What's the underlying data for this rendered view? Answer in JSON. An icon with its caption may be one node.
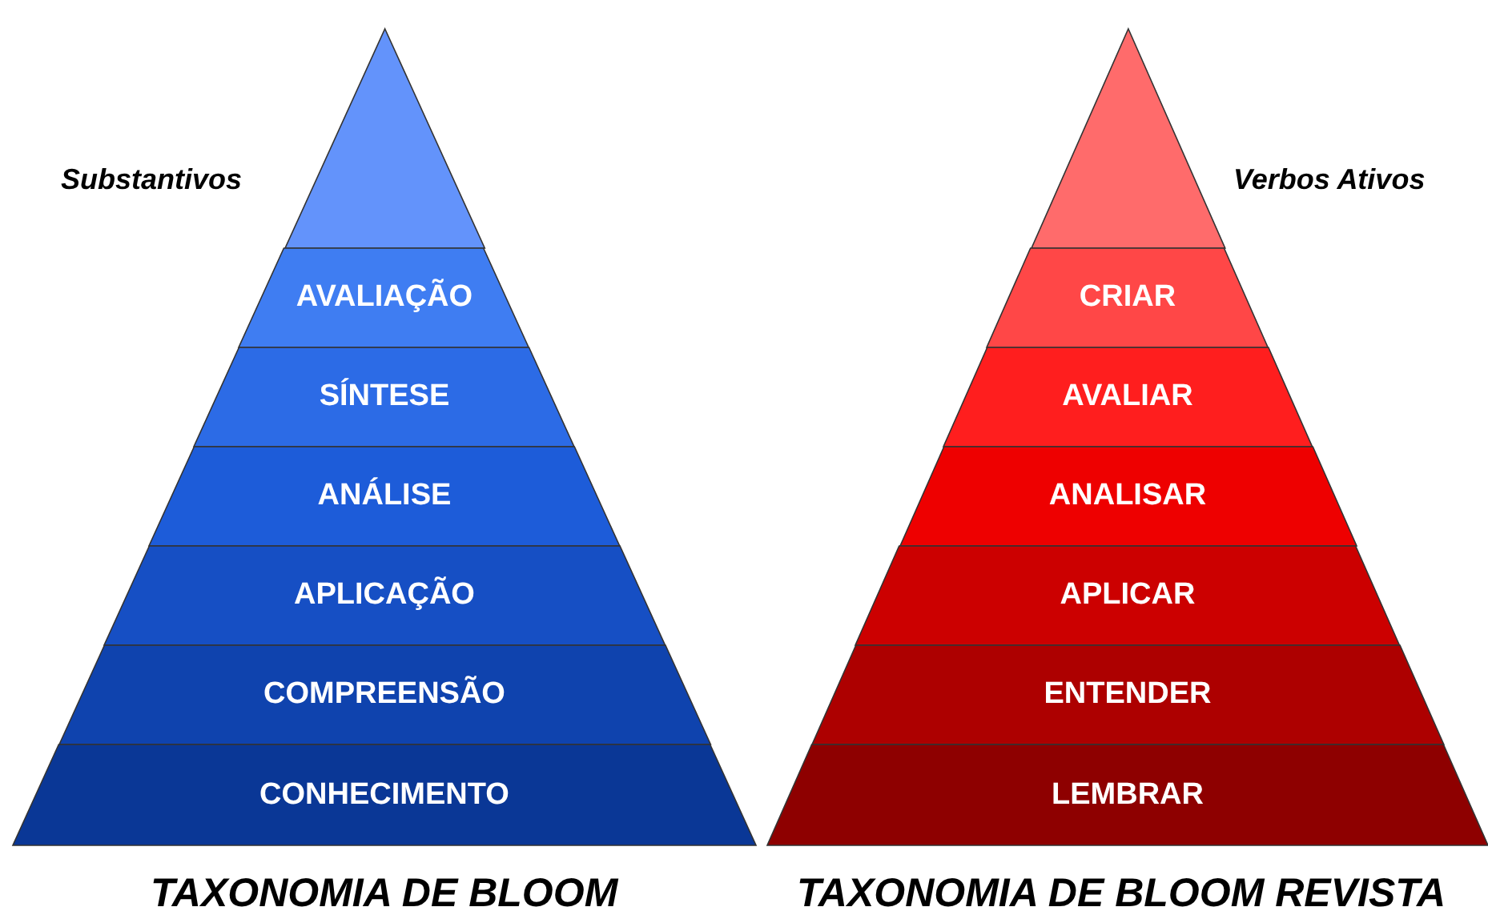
{
  "diagram": {
    "nodes": [
      {
        "text": [],
        "shape": "triangle"
      },
      {
        "text": [
          "AVALIAÇÃO"
        ]
      },
      {
        "text": [
          "SÍNTESE"
        ]
      },
      {
        "text": [
          "ANÁLISE"
        ]
      },
      {
        "text": [
          "APLICAÇÃO"
        ]
      },
      {
        "text": [
          "COMPREENSÃO"
        ]
      },
      {
        "text": [
          "CONHECIMENTO"
        ]
      },
      {
        "text": [],
        "shape": "triangle"
      },
      {
        "text": [
          "CRIAR"
        ]
      },
      {
        "text": [
          "AVALIAR"
        ]
      },
      {
        "text": [
          "ANALISAR"
        ]
      },
      {
        "text": [
          "APLICAR"
        ]
      },
      {
        "text": [
          "ENTENDER"
        ]
      },
      {
        "text": [
          "LEMBRAR"
        ]
      }
    ],
    "labels": [
      "Substantivos",
      "Verbos Ativos",
      "TAXONOMIA DE BLOOM",
      "TAXONOMIA DE BLOOM REVISTA"
    ]
  }
}
